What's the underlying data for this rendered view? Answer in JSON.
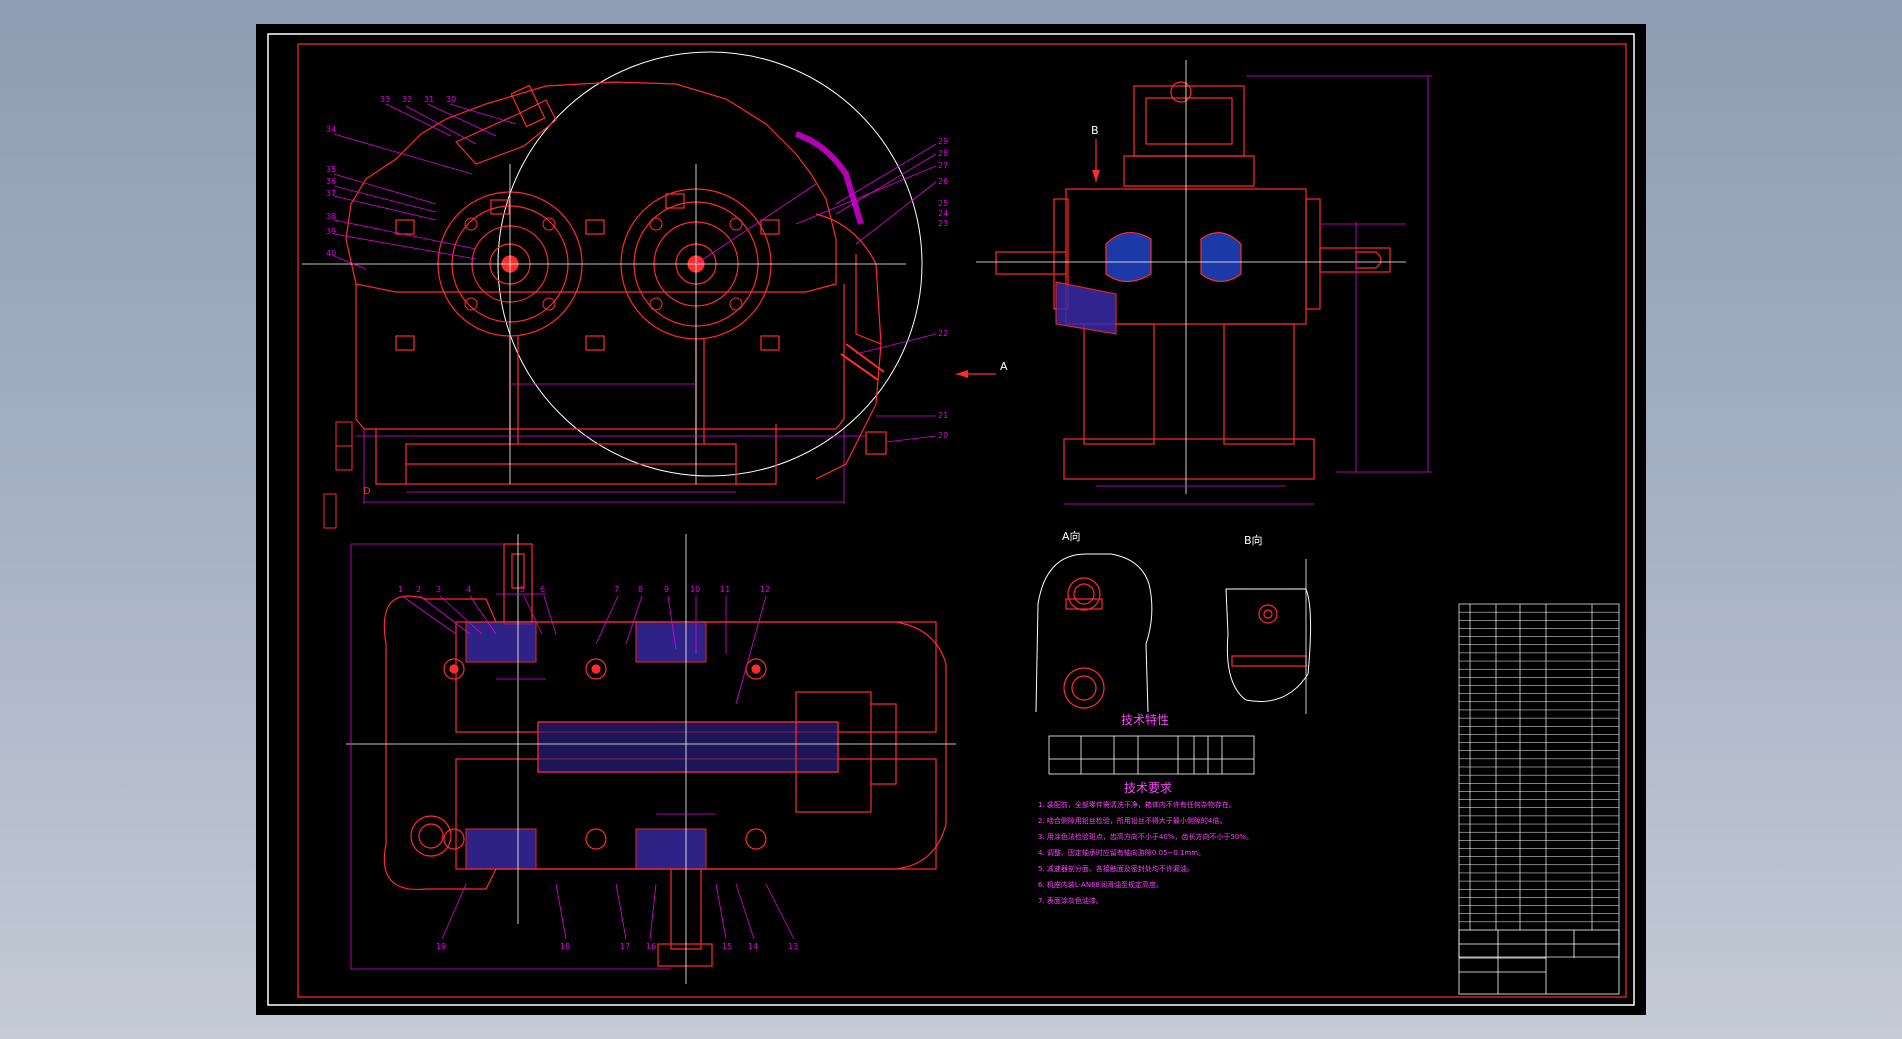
{
  "colors": {
    "background": "#000000",
    "frame": "#ffffff",
    "geometry": "#ff2a2a",
    "dimension": "#e000e0",
    "centerline": "#ffffff",
    "text_magenta": "#ff40ff"
  },
  "views": {
    "a_arrow": "A",
    "b_arrow": "B",
    "a_view_title": "A向",
    "b_view_title": "B向",
    "d_label": "D"
  },
  "part_numbers": {
    "top_left": [
      "33",
      "32",
      "31",
      "30",
      "34",
      "35",
      "36",
      "37",
      "38",
      "39",
      "40"
    ],
    "top_right": [
      "29",
      "28",
      "27",
      "26",
      "25",
      "24",
      "23",
      "22",
      "21",
      "20"
    ],
    "bottom_top": [
      "1",
      "2",
      "3",
      "4",
      "5",
      "6",
      "7",
      "8",
      "9",
      "10",
      "11",
      "12"
    ],
    "bottom_bottom": [
      "19",
      "18",
      "17",
      "16",
      "15",
      "14",
      "13"
    ]
  },
  "spec": {
    "title": "技术特性"
  },
  "tech_req": {
    "title": "技术要求",
    "lines": [
      "1. 装配前，全部零件需清洗干净，箱体内不许有任何杂物存在。",
      "2. 啮合侧隙用铅丝检验，所用铅丝不得大于最小侧隙的4倍。",
      "3. 用涂色法检验斑点，齿高方向不小于40%，齿长方向不小于50%。",
      "4. 调整、固定轴承时应留有轴向游隙0.05~0.1mm。",
      "5. 减速器剖分面、各接触面及密封处均不许漏油。",
      "6. 机座内装L-AN68润滑油至规定高度。",
      "7. 表面涂灰色油漆。"
    ]
  }
}
